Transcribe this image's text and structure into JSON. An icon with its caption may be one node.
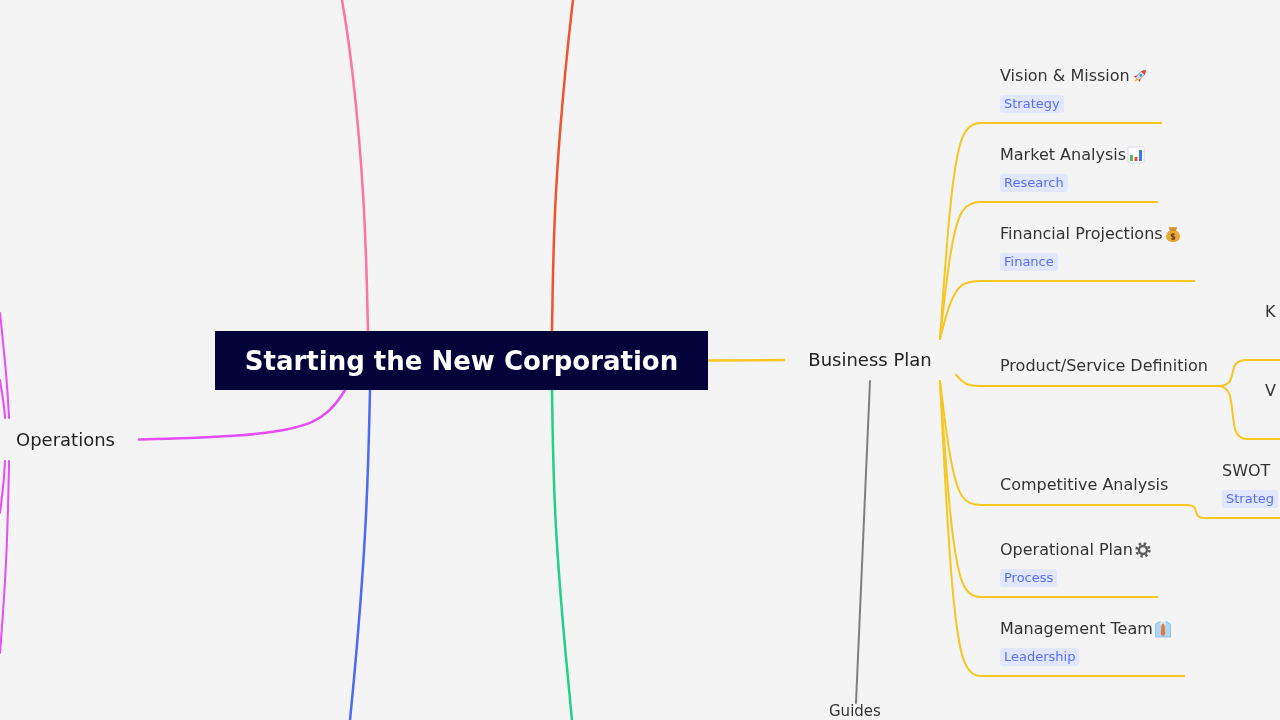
{
  "diagram": {
    "nodes": [
      {
        "text": [
          "Starting the New Corporation"
        ]
      },
      {
        "text": [
          "Operations"
        ]
      },
      {
        "text": [
          "Business Plan"
        ]
      },
      {
        "text": [
          "Vision & Mission",
          "Strategy"
        ]
      },
      {
        "text": [
          "Market Analysis",
          "Research"
        ]
      },
      {
        "text": [
          "Financial Projections",
          "Finance"
        ]
      },
      {
        "text": [
          "Product/Service Definition"
        ]
      },
      {
        "text": [
          "Competitive Analysis"
        ]
      },
      {
        "text": [
          "Operational Plan",
          "Process"
        ]
      },
      {
        "text": [
          "Management Team",
          "Leadership"
        ]
      },
      {
        "text": [
          "K"
        ]
      },
      {
        "text": [
          "V"
        ]
      },
      {
        "text": [
          "SWOT",
          "Strateg"
        ]
      },
      {
        "text": [
          "Guides"
        ]
      }
    ],
    "edges": [
      {
        "from": 0,
        "to": 2,
        "arrow": "none"
      },
      {
        "from": 0,
        "to": 1,
        "arrow": "none",
        "color": "#e64cf7"
      },
      {
        "from": 0,
        "to": null,
        "arrow": "none",
        "color": "#ff72a6"
      },
      {
        "from": 0,
        "to": null,
        "arrow": "none",
        "color": "#f2532f"
      },
      {
        "from": 0,
        "to": null,
        "arrow": "none",
        "color": "#4d6af5"
      },
      {
        "from": 0,
        "to": null,
        "arrow": "none",
        "color": "#22d08b"
      },
      {
        "from": 1,
        "to": null,
        "arrow": "none",
        "color": "#e64cf7"
      },
      {
        "from": 1,
        "to": null,
        "arrow": "none",
        "color": "#e64cf7"
      },
      {
        "from": 1,
        "to": null,
        "arrow": "none",
        "color": "#e64cf7"
      },
      {
        "from": 1,
        "to": null,
        "arrow": "none",
        "color": "#e64cf7"
      },
      {
        "from": 2,
        "to": 3,
        "arrow": "none"
      },
      {
        "from": 2,
        "to": 4,
        "arrow": "none"
      },
      {
        "from": 2,
        "to": 5,
        "arrow": "none"
      },
      {
        "from": 2,
        "to": 6,
        "arrow": "none"
      },
      {
        "from": 2,
        "to": 7,
        "arrow": "none"
      },
      {
        "from": 2,
        "to": 8,
        "arrow": "none"
      },
      {
        "from": 2,
        "to": 9,
        "arrow": "none"
      },
      {
        "from": 2,
        "to": 13,
        "arrow": "none",
        "color": "#7f7f7f"
      },
      {
        "from": 6,
        "to": 10,
        "arrow": "none"
      },
      {
        "from": 6,
        "to": 11,
        "arrow": "none"
      },
      {
        "from": 7,
        "to": 12,
        "arrow": "none"
      }
    ]
  }
}
